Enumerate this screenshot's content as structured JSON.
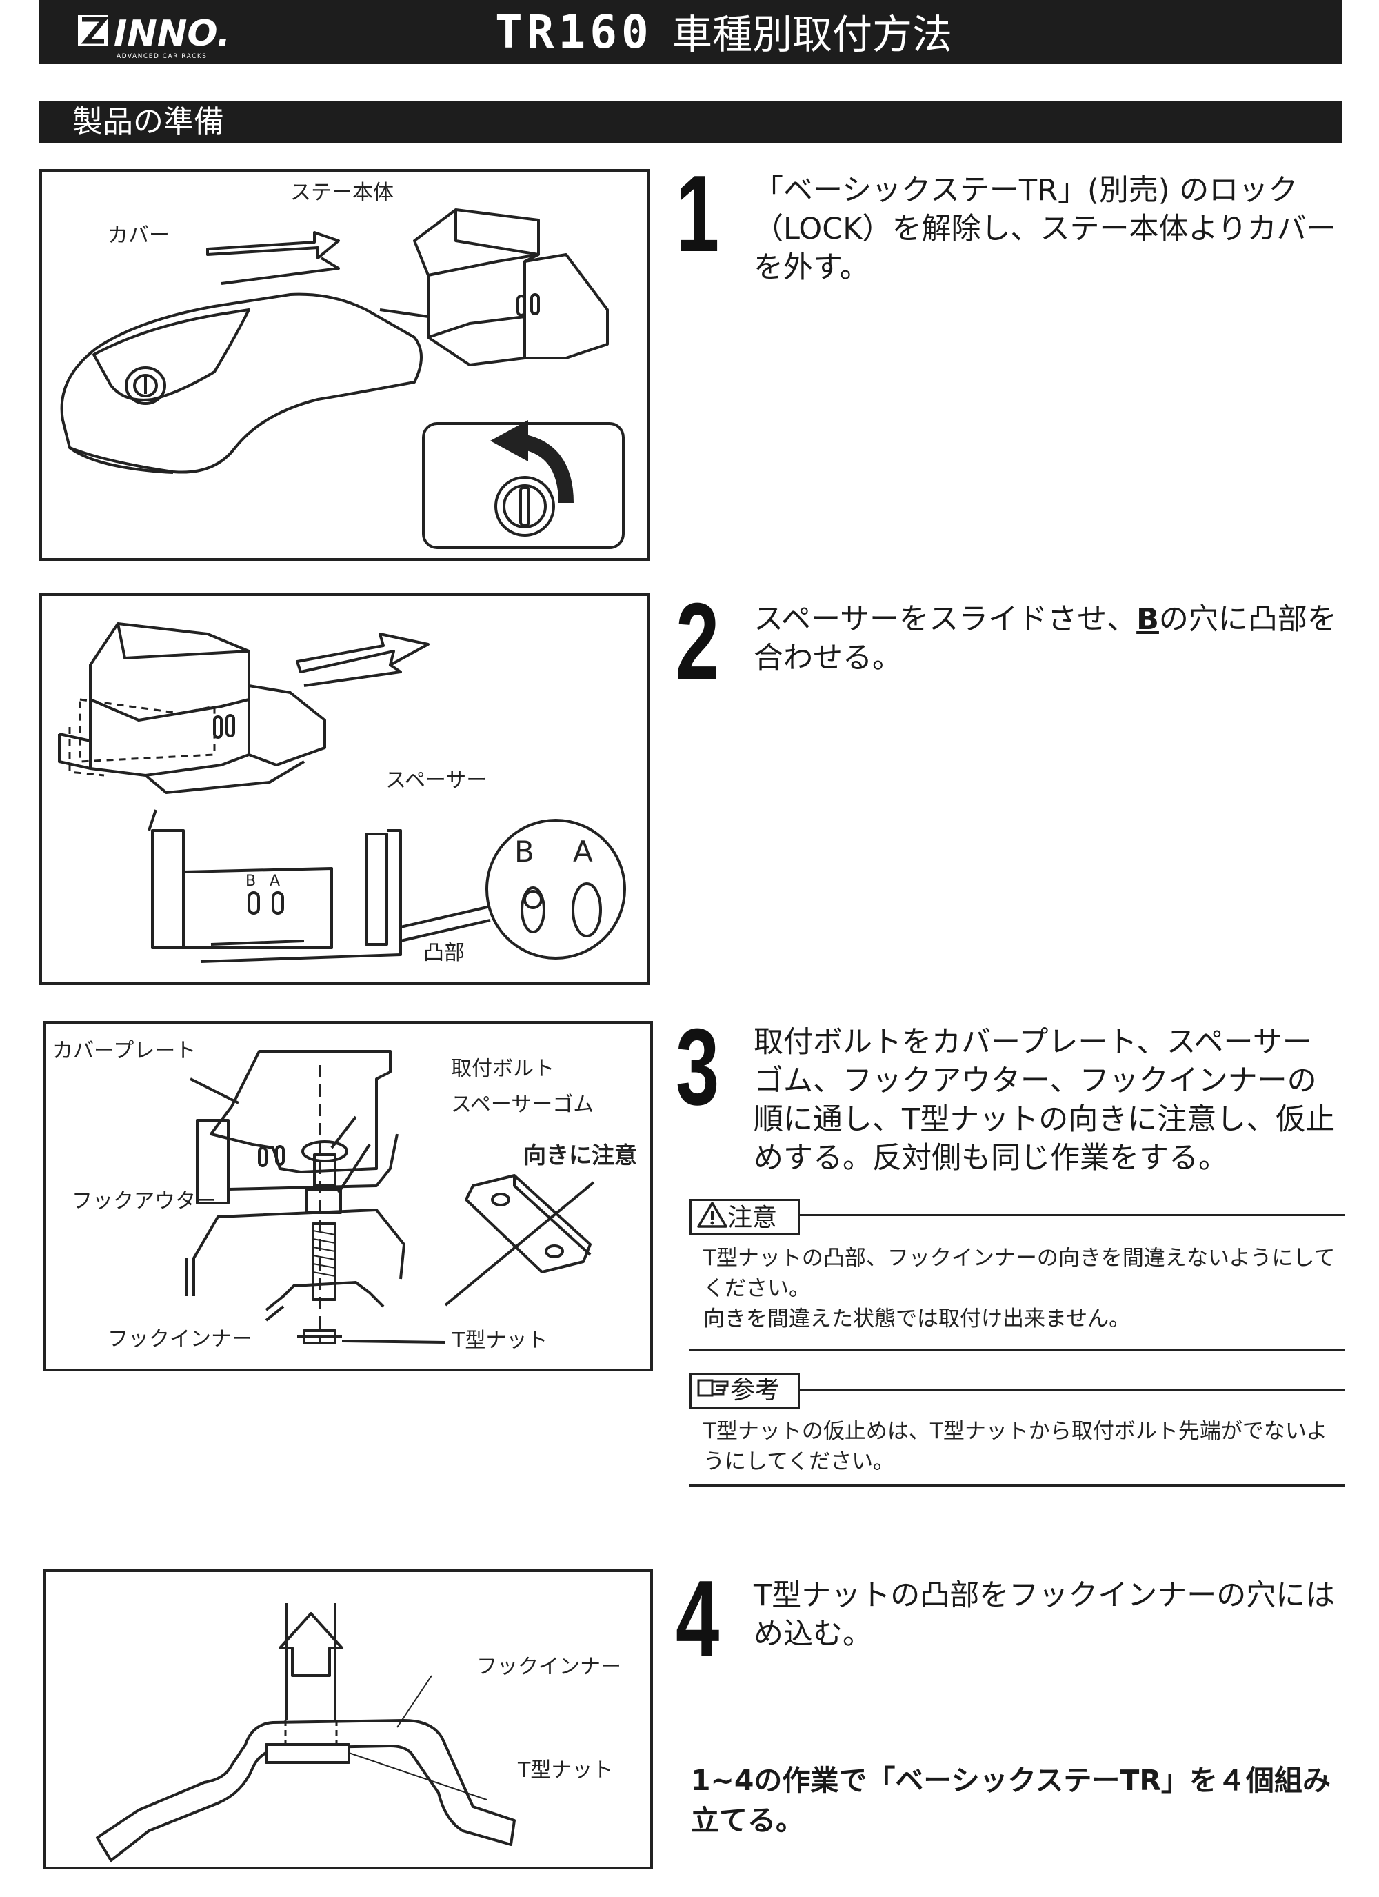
{
  "header": {
    "brand": "INNO.",
    "brand_sub": "ADVANCED CAR RACKS",
    "model": "TR160",
    "title": "車種別取付方法"
  },
  "section": {
    "title": "製品の準備"
  },
  "steps": [
    {
      "number": "1",
      "text_pre": "「ベーシックステーTR」(別売) のロック（LOCK）を解除し、ステー本体よりカバーを外す。",
      "labels": {
        "stay_body": "ステー本体",
        "cover": "カバー"
      }
    },
    {
      "number": "2",
      "text_pre": "スペーサーをスライドさせ、",
      "text_em": "B",
      "text_post": "の穴に凸部を合わせる。",
      "labels": {
        "spacer": "スペーサー",
        "convex": "凸部",
        "hole_b": "B",
        "hole_a": "A"
      }
    },
    {
      "number": "3",
      "text_pre": "取付ボルトをカバープレート、スペーサーゴム、フックアウター、フックインナーの順に通し、T型ナットの向きに注意し、仮止めする。反対側も同じ作業をする。",
      "labels": {
        "cover_plate": "カバープレート",
        "bolt": "取付ボルト",
        "spacer_rubber": "スペーサーゴム",
        "direction": "向きに注意",
        "hook_outer": "フックアウター",
        "hook_inner": "フックインナー",
        "t_nut": "T型ナット"
      }
    },
    {
      "number": "4",
      "text_pre": "T型ナットの凸部をフックインナーの穴にはめ込む。",
      "labels": {
        "hook_inner": "フックインナー",
        "t_nut": "T型ナット"
      }
    }
  ],
  "caution": {
    "title": "注意",
    "line1": "T型ナットの凸部、フックインナーの向きを間違えないようにしてください。",
    "line2": "向きを間違えた状態では取付け出来ません。"
  },
  "reference": {
    "title": "参考",
    "text": "T型ナットの仮止めは、T型ナットから取付ボルト先端がでないようにしてください。"
  },
  "final_note": "1~4の作業で「ベーシックステーTR」を４個組み立てる。"
}
